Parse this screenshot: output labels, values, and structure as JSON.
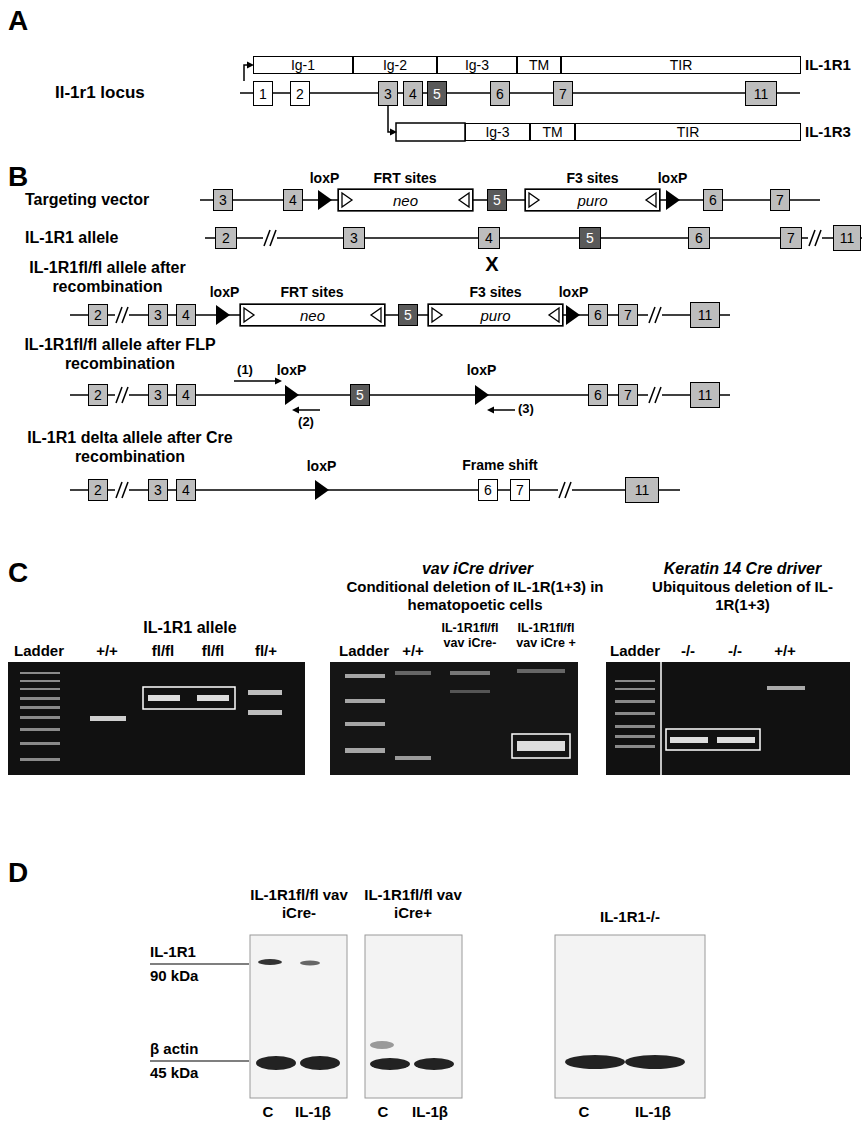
{
  "diagram": {
    "nodes": [
      {
        "text": [
          "Ig-1"
        ]
      },
      {
        "text": [
          "Ig-2"
        ]
      },
      {
        "text": [
          "Ig-3"
        ]
      },
      {
        "text": [
          "TM"
        ]
      },
      {
        "text": [
          "TIR"
        ]
      },
      {
        "text": [
          "1"
        ]
      },
      {
        "text": [
          "2"
        ]
      },
      {
        "text": [
          "3"
        ]
      },
      {
        "text": [
          "4"
        ]
      },
      {
        "text": [
          "5"
        ]
      },
      {
        "text": [
          "6"
        ]
      },
      {
        "text": [
          "7"
        ]
      },
      {
        "text": [
          "11"
        ]
      },
      {
        "text": [
          "Ig-3"
        ]
      },
      {
        "text": [
          "TM"
        ]
      },
      {
        "text": [
          "TIR"
        ]
      },
      {
        "text": [
          "3"
        ]
      },
      {
        "text": [
          "4"
        ]
      },
      {
        "text": [
          "neo"
        ]
      },
      {
        "text": [
          "5"
        ]
      },
      {
        "text": [
          "puro"
        ]
      },
      {
        "text": [
          "6"
        ]
      },
      {
        "text": [
          "7"
        ]
      },
      {
        "text": [
          "2"
        ]
      },
      {
        "text": [
          "3"
        ]
      },
      {
        "text": [
          "4"
        ]
      },
      {
        "text": [
          "5"
        ]
      },
      {
        "text": [
          "6"
        ]
      },
      {
        "text": [
          "7"
        ]
      },
      {
        "text": [
          "11"
        ]
      },
      {
        "text": [
          "2"
        ]
      },
      {
        "text": [
          "3"
        ]
      },
      {
        "text": [
          "4"
        ]
      },
      {
        "text": [
          "neo"
        ]
      },
      {
        "text": [
          "5"
        ]
      },
      {
        "text": [
          "puro"
        ]
      },
      {
        "text": [
          "6"
        ]
      },
      {
        "text": [
          "7"
        ]
      },
      {
        "text": [
          "11"
        ]
      },
      {
        "text": [
          "2"
        ]
      },
      {
        "text": [
          "3"
        ]
      },
      {
        "text": [
          "4"
        ]
      },
      {
        "text": [
          "5"
        ]
      },
      {
        "text": [
          "6"
        ]
      },
      {
        "text": [
          "7"
        ]
      },
      {
        "text": [
          "11"
        ]
      },
      {
        "text": [
          "2"
        ]
      },
      {
        "text": [
          "3"
        ]
      },
      {
        "text": [
          "4"
        ]
      },
      {
        "text": [
          "6"
        ]
      },
      {
        "text": [
          "7"
        ]
      },
      {
        "text": [
          "11"
        ]
      }
    ],
    "labels": [
      "A",
      "IL-1R1",
      "Il-1r1 locus",
      "IL-1R3",
      "B",
      "Targeting vector",
      "loxP",
      "FRT sites",
      "F3 sites",
      "loxP",
      "IL-1R1 allele",
      "X",
      "IL-1R1fl/fl allele after recombination",
      "loxP",
      "FRT sites",
      "F3 sites",
      "loxP",
      "IL-1R1fl/fl allele after FLP recombination",
      "loxP",
      "loxP",
      "(1)",
      "(2)",
      "(3)",
      "IL-1R1 delta allele after Cre recombination",
      "loxP",
      "Frame shift",
      "C",
      "IL-1R1 allele",
      "vav iCre driver",
      "Conditional deletion of IL-1R(1+3) in hematopoetic cells",
      "Keratin 14 Cre driver",
      "Ubiquitous deletion of IL-1R(1+3)",
      "Ladder",
      "+/+",
      "fl/fl",
      "fl/fl",
      "fl/+",
      "Ladder",
      "+/+",
      "IL-1R1fl/fl vav iCre-",
      "IL-1R1fl/fl vav iCre +",
      "Ladder",
      "-/-",
      "-/-",
      "+/+",
      "D",
      "IL-1R1fl/fl vav iCre-",
      "IL-1R1fl/fl vav iCre+",
      "IL-1R1-/-",
      "IL-1R1",
      "90 kDa",
      "β actin",
      "45 kDa",
      "C",
      "IL-1β",
      "C",
      "IL-1β",
      "C",
      "IL-1β"
    ]
  }
}
